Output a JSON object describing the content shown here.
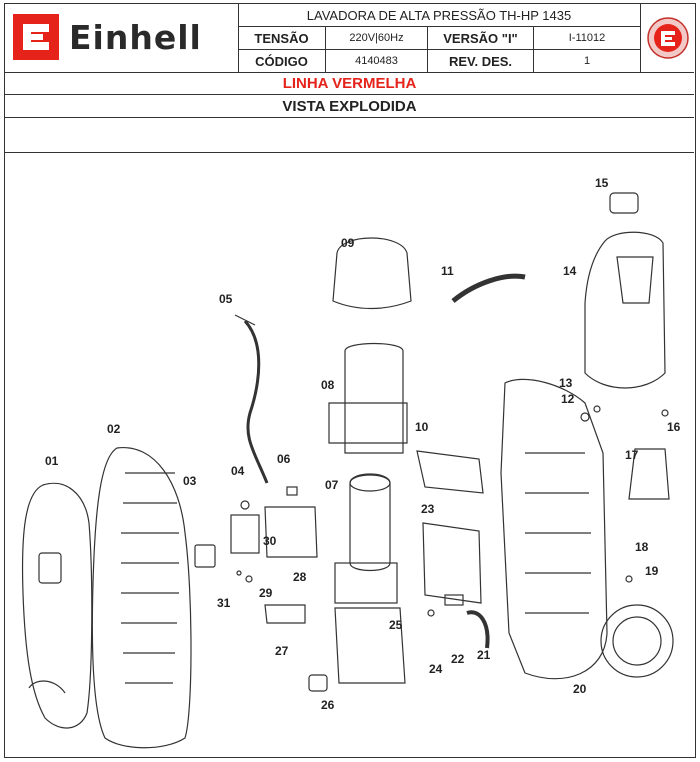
{
  "header": {
    "brand": "Einhell",
    "title": "LAVADORA DE ALTA PRESSÃO TH-HP 1435",
    "rows": [
      {
        "label1": "TENSÃO",
        "value1": "220V|60Hz",
        "label2": "VERSÃO \"I\"",
        "value2": "I-11012"
      },
      {
        "label1": "CÓDIGO",
        "value1": "4140483",
        "label2": "REV. DES.",
        "value2": "1"
      }
    ]
  },
  "bands": {
    "line": "LINHA VERMELHA",
    "view": "VISTA EXPLODIDA"
  },
  "colors": {
    "brand_red": "#e5231b",
    "line": "#333333"
  },
  "part_labels": [
    "01",
    "02",
    "03",
    "04",
    "05",
    "06",
    "07",
    "08",
    "09",
    "10",
    "11",
    "12",
    "13",
    "14",
    "15",
    "16",
    "17",
    "18",
    "19",
    "20",
    "21",
    "22",
    "23",
    "24",
    "25",
    "26",
    "27",
    "28",
    "29",
    "30",
    "31"
  ]
}
